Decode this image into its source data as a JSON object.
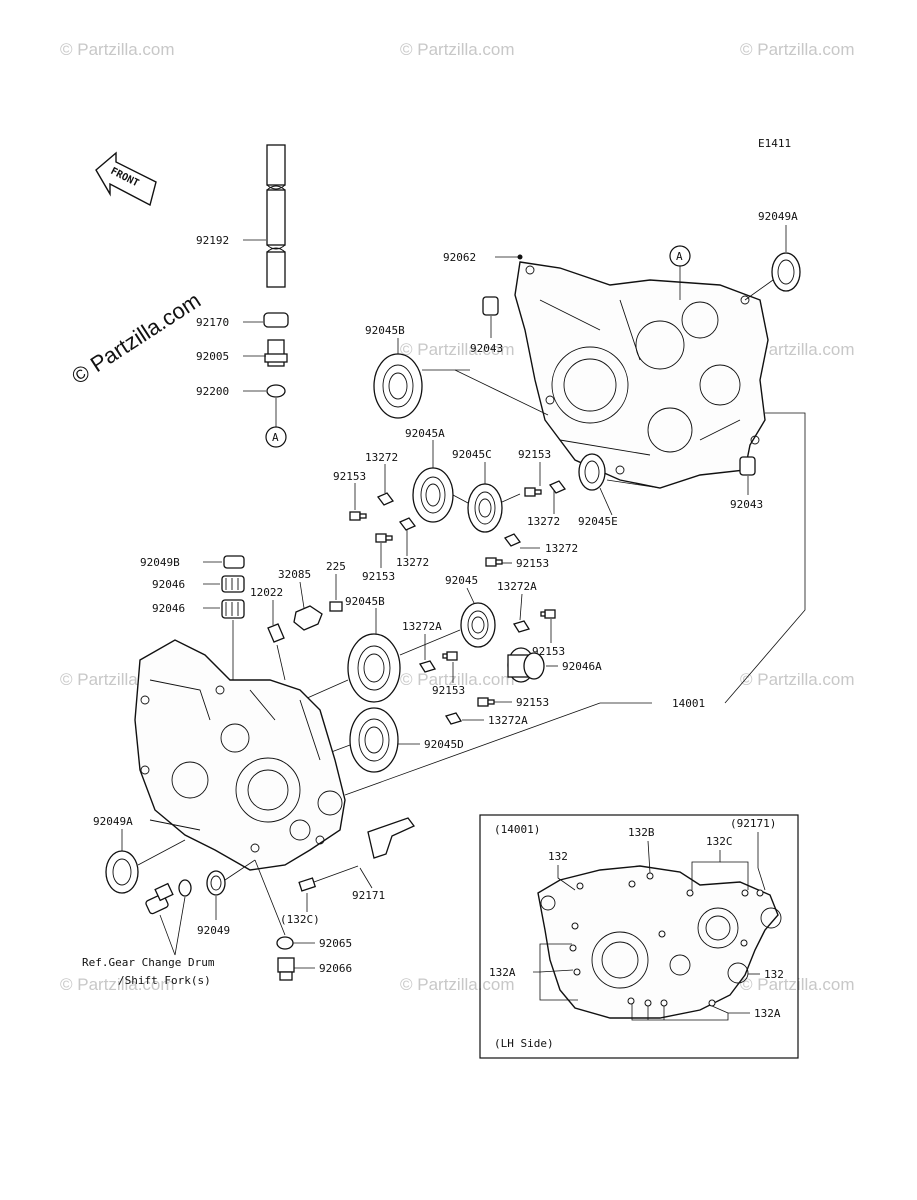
{
  "diagram_code": "E1411",
  "front_label": "FRONT",
  "copyright_mark": "© Partzilla.com",
  "watermark_text": "© Partzilla.com",
  "reference_marker": "A",
  "parts": {
    "p92192": "92192",
    "p92170": "92170",
    "p92005": "92005",
    "p92200": "92200",
    "p92062": "92062",
    "p92049A_top": "92049A",
    "p92045B_top": "92045B",
    "p92043_top": "92043",
    "p92043_right": "92043",
    "p92045A": "92045A",
    "p92045C": "92045C",
    "p92153_a": "92153",
    "p13272_a": "13272",
    "p92153_b": "92153",
    "p13272_b": "13272",
    "p92045E": "92045E",
    "p13272_c": "13272",
    "p92153_c": "92153",
    "p13272_d": "13272",
    "p92153_d": "92153",
    "p92049B": "92049B",
    "p92046_a": "92046",
    "p92046_b": "92046",
    "p32085": "32085",
    "p225": "225",
    "p12022": "12022",
    "p92045": "92045",
    "p13272A_a": "13272A",
    "p92045B_mid": "92045B",
    "p13272A_b": "13272A",
    "p92153_e": "92153",
    "p92046A": "92046A",
    "p92153_f": "92153",
    "p92153_g": "92153",
    "p13272A_c": "13272A",
    "p14001": "14001",
    "p92045D": "92045D",
    "p92049A_left": "92049A",
    "p92171": "92171",
    "p132C_ref": "(132C)",
    "p92049": "92049",
    "p92065": "92065",
    "p92066": "92066"
  },
  "reference_note": {
    "line1": "Ref.Gear Change Drum",
    "line2": "/Shift Fork(s)"
  },
  "inset": {
    "ref_14001": "(14001)",
    "ref_92171": "(92171)",
    "bolt_132": "132",
    "bolt_132B": "132B",
    "bolt_132C": "132C",
    "bolt_132A_left": "132A",
    "bolt_132_right": "132",
    "bolt_132A_bottom": "132A",
    "side_label": "(LH Side)"
  }
}
